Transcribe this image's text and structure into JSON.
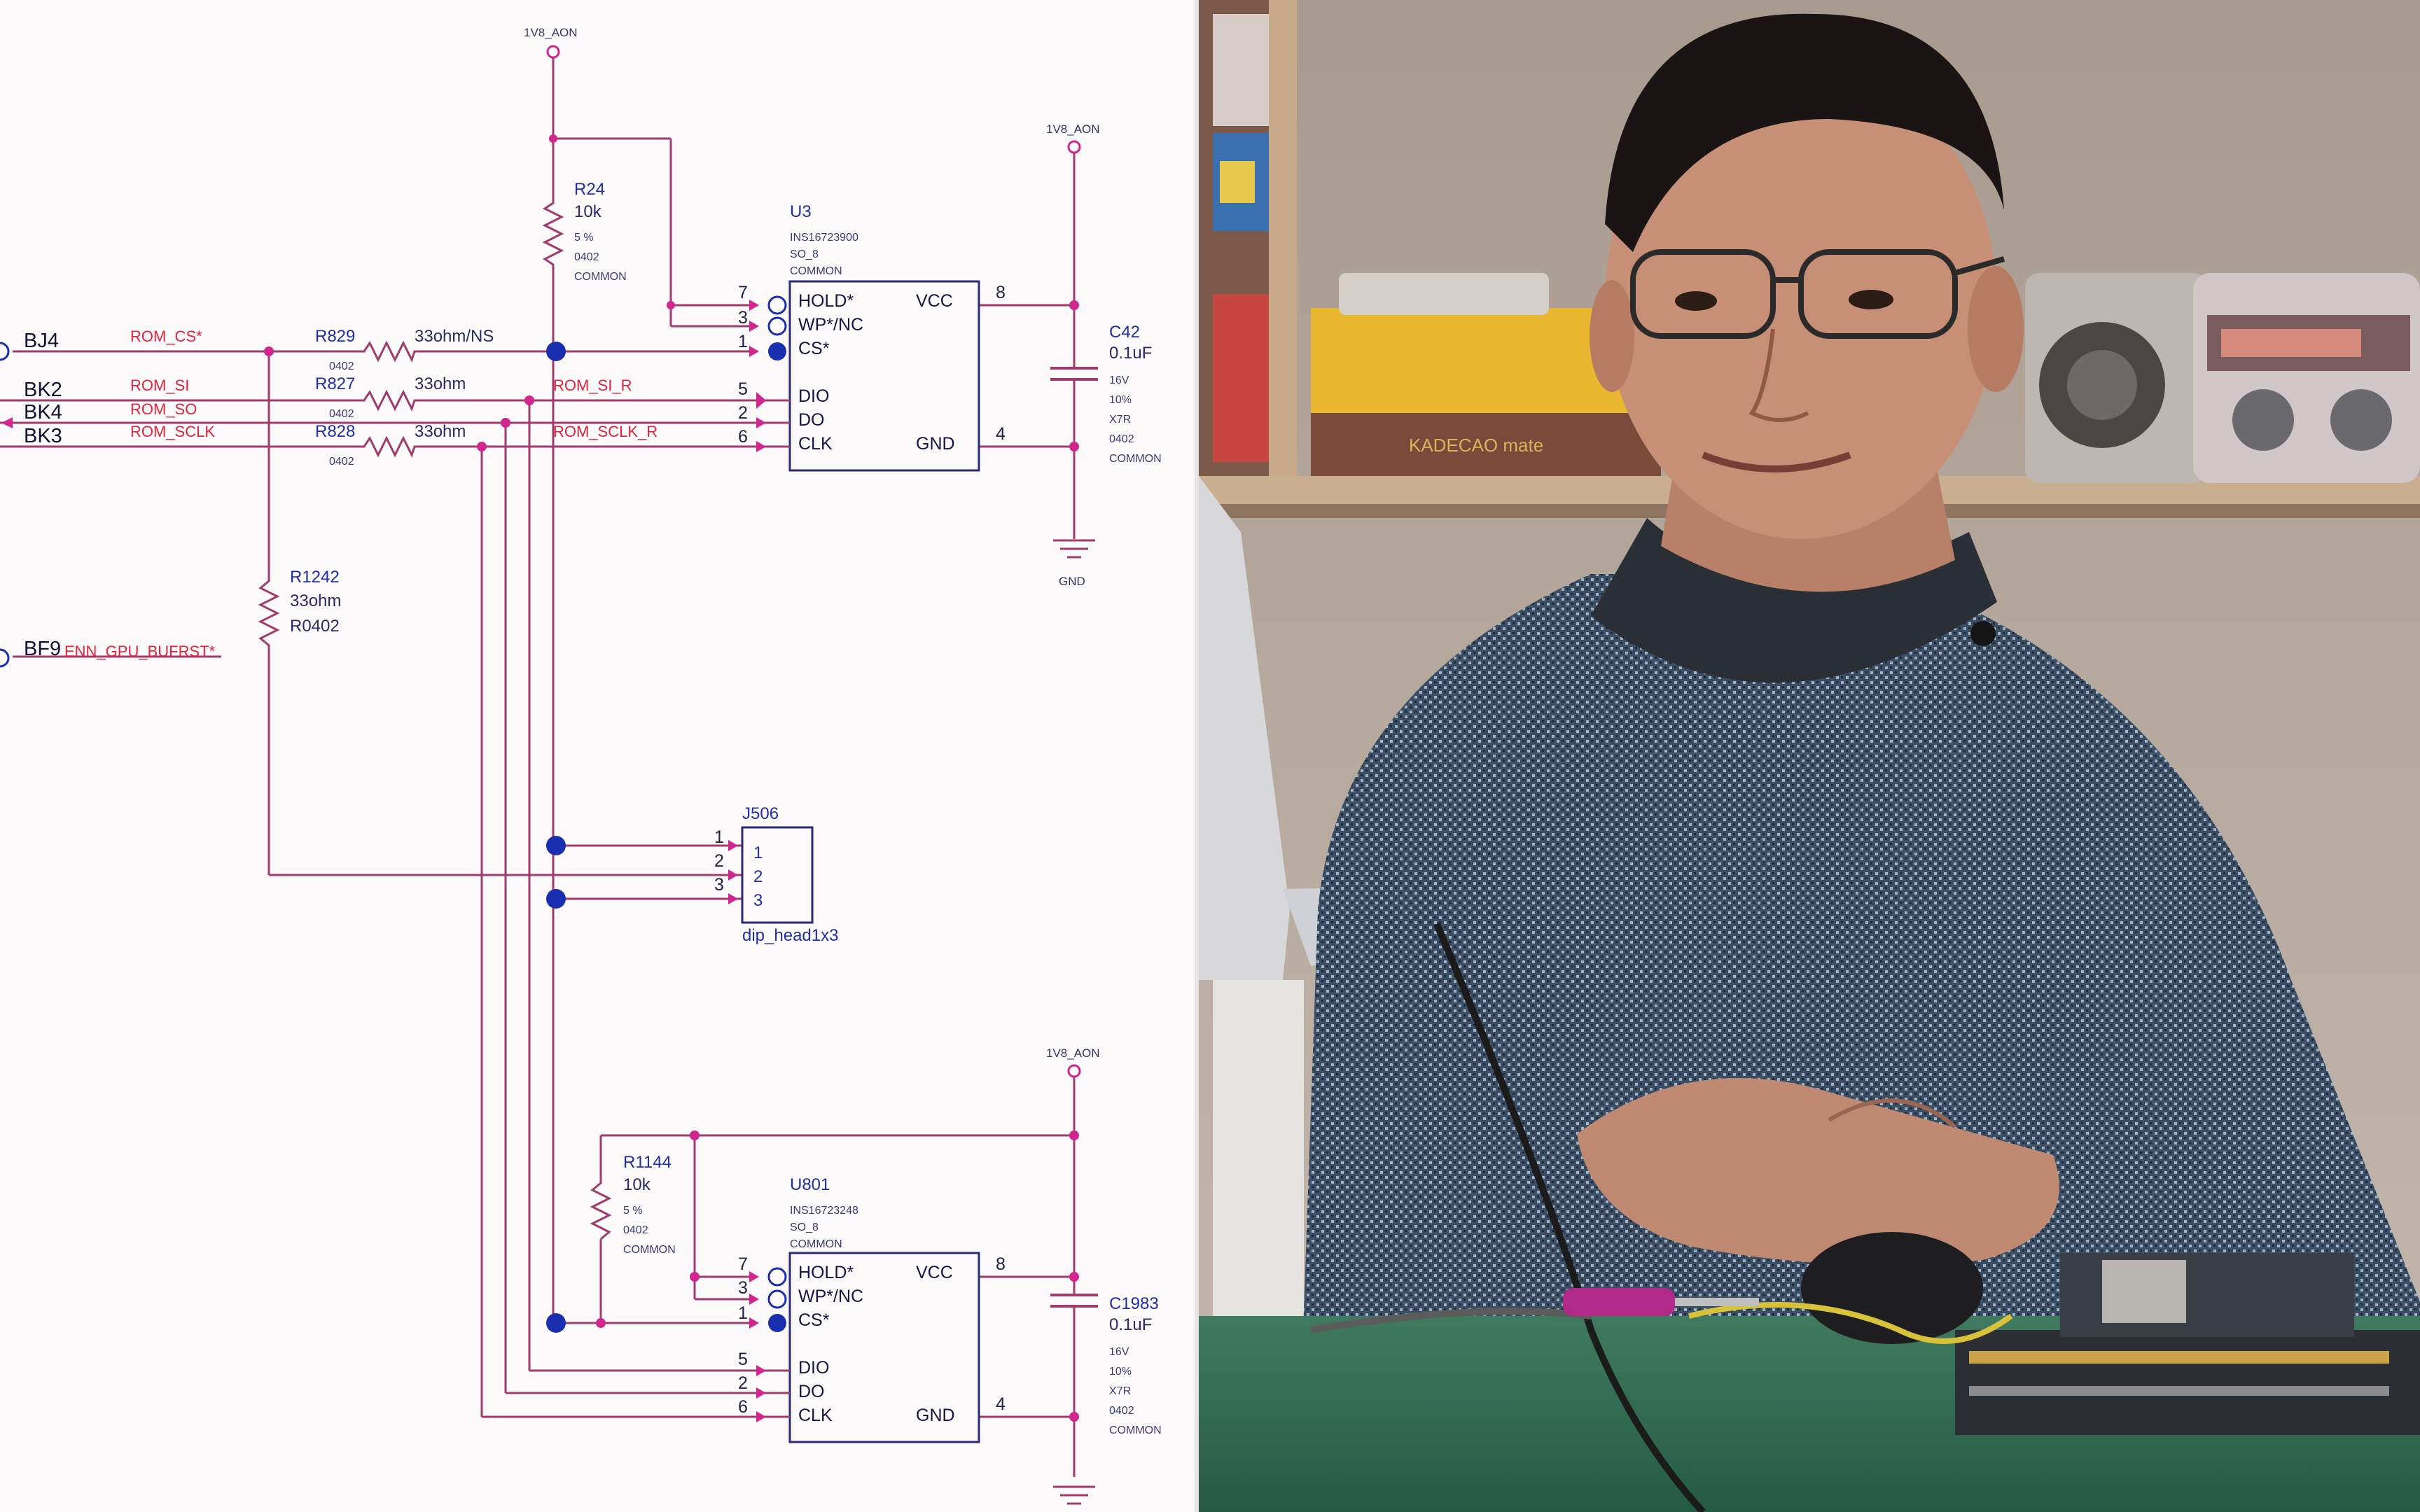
{
  "schematic": {
    "ports": [
      {
        "id": "BJ4",
        "label": "BJ4"
      },
      {
        "id": "BK2",
        "label": "BK2"
      },
      {
        "id": "BK4",
        "label": "BK4"
      },
      {
        "id": "BK3",
        "label": "BK3"
      },
      {
        "id": "BF9",
        "label": "BF9"
      }
    ],
    "nets": {
      "rom_cs": "ROM_CS*",
      "rom_si": "ROM_SI",
      "rom_so": "ROM_SO",
      "rom_sclk": "ROM_SCLK",
      "rom_si_r": "ROM_SI_R",
      "rom_sclk_r": "ROM_SCLK_R",
      "gpu_bufrst": "ENN_GPU_BUFRST*"
    },
    "power": {
      "top": "1V8_AON",
      "u3_vcc": "1V8_AON",
      "u801_vcc": "1V8_AON",
      "gnd": "GND"
    },
    "resistors": {
      "r24": {
        "ref": "R24",
        "value": "10k",
        "spec1": "5 %",
        "spec2": "0402",
        "spec3": "COMMON"
      },
      "r829": {
        "ref": "R829",
        "value": "33ohm/NS",
        "pkg": "0402"
      },
      "r827": {
        "ref": "R827",
        "value": "33ohm",
        "pkg": "0402"
      },
      "r828": {
        "ref": "R828",
        "value": "33ohm",
        "pkg": "0402"
      },
      "r1242": {
        "ref": "R1242",
        "value": "33ohm",
        "pkg": "R0402"
      },
      "r1144": {
        "ref": "R1144",
        "value": "10k",
        "spec1": "5 %",
        "spec2": "0402",
        "spec3": "COMMON"
      }
    },
    "capacitors": {
      "c42": {
        "ref": "C42",
        "value": "0.1uF",
        "spec1": "16V",
        "spec2": "10%",
        "spec3": "X7R",
        "spec4": "0402",
        "spec5": "COMMON"
      },
      "c1983": {
        "ref": "C1983",
        "value": "0.1uF",
        "spec1": "16V",
        "spec2": "10%",
        "spec3": "X7R",
        "spec4": "0402",
        "spec5": "COMMON"
      }
    },
    "chips": {
      "u3": {
        "ref": "U3",
        "part": "INS16723900",
        "pkg": "SO_8",
        "grp": "COMMON"
      },
      "u801": {
        "ref": "U801",
        "part": "INS16723248",
        "pkg": "SO_8",
        "grp": "COMMON"
      }
    },
    "chip_pins": {
      "hold": "HOLD*",
      "wp": "WP*/NC",
      "cs": "CS*",
      "dio": "DIO",
      "do": "DO",
      "clk": "CLK",
      "vcc": "VCC",
      "gnd": "GND",
      "n7": "7",
      "n3": "3",
      "n1": "1",
      "n5": "5",
      "n2": "2",
      "n6": "6",
      "n8": "8",
      "n4": "4"
    },
    "header": {
      "ref": "J506",
      "footprint": "dip_head1x3",
      "pins": [
        "1",
        "2",
        "3"
      ]
    }
  },
  "video": {
    "shelf_box_text": "KADECAO mate"
  },
  "colors": {
    "wire": "#a03b6c",
    "junction": "#1a2fb0",
    "net_label": "#e1233b",
    "ref_label": "#1f2fa8",
    "sweater": "#3d5366",
    "wall": "#b7aaa0",
    "desk": "#2f6a52"
  }
}
